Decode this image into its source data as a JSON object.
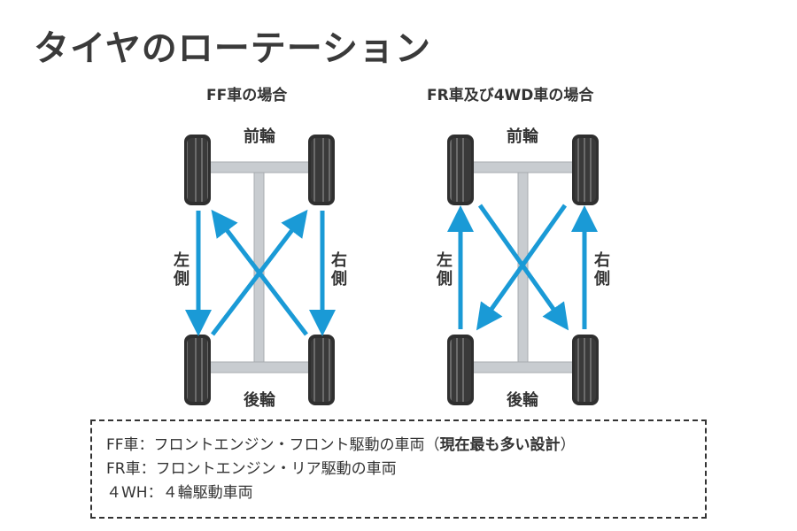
{
  "title": "タイヤのローテーション",
  "diagrams": [
    {
      "caption": "FF車の場合",
      "front": "前輪",
      "rear": "後輪",
      "left": "左\n側",
      "right": "右\n側"
    },
    {
      "caption": "FR車及び4WD車の場合",
      "front": "前輪",
      "rear": "後輪",
      "left": "左\n側",
      "right": "右\n側"
    }
  ],
  "notes": {
    "line1": "FF車：フロントエンジン・フロント駆動の車両（",
    "line1_bold": "現在最も多い設計",
    "line1_end": "）",
    "line2": "FR車：フロントエンジン・リア駆動の車両",
    "line3": "４WH：４輪駆動車両"
  },
  "colors": {
    "arrow": "#1a9ad6",
    "axle": "#c8ccd0",
    "tire": "#3a3a3a"
  }
}
